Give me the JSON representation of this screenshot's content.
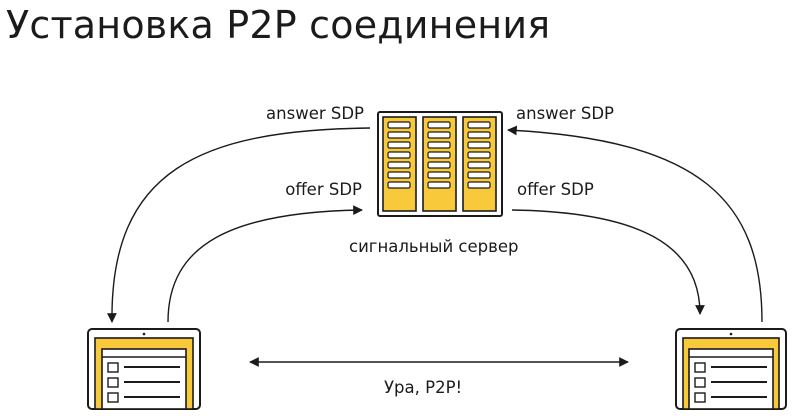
{
  "title": "Установка P2P соединения",
  "server": {
    "label": "сигнальный сервер",
    "rack_color": "#f9c93c",
    "outline_color": "#1b1b1b"
  },
  "arrows": {
    "left_answer": "answer SDP",
    "right_answer": "answer SDP",
    "left_offer": "offer SDP",
    "right_offer": "offer SDP",
    "peer_link": "Ура, P2P!"
  },
  "peers": {
    "screen_color": "#f9c93c"
  }
}
